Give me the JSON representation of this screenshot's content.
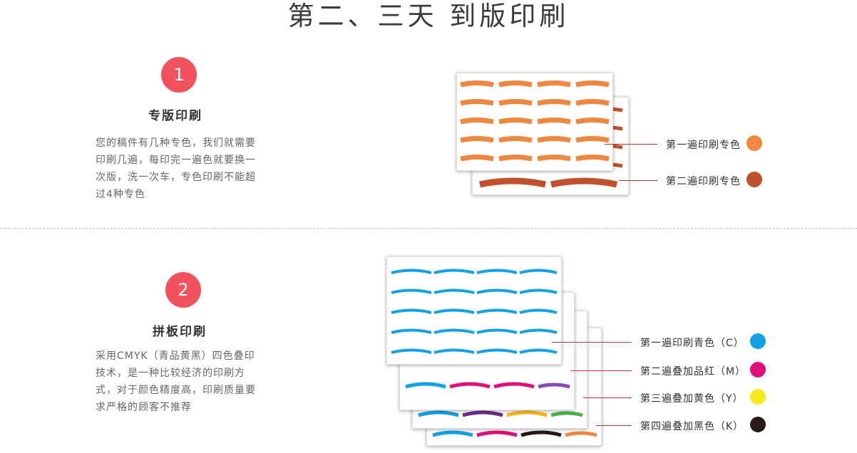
{
  "title": "第二、三天  到版印刷",
  "step1": {
    "number": "1",
    "heading": "专版印刷",
    "desc": "您的稿件有几种专色，我们就需要印刷几遍，每印完一遍色就要换一次版，洗一次车，专色印刷不能超过4种专色",
    "passes": [
      {
        "label": "第一遍印刷专色",
        "color": "#f0873f"
      },
      {
        "label": "第二遍印刷专色",
        "color": "#c2502d"
      }
    ]
  },
  "step2": {
    "number": "2",
    "heading": "拼板印刷",
    "desc": "采用CMYK（青品黄黑）四色叠印技术，是一种比较经济的印刷方式，对于颜色精度高，印刷质量要求严格的顾客不推荐",
    "passes": [
      {
        "label": "第一遍印刷青色（C）",
        "color": "#12a0e6"
      },
      {
        "label": "第二遍叠加品红（M）",
        "color": "#e0107a"
      },
      {
        "label": "第三遍叠加黄色（Y）",
        "color": "#f7ea1a"
      },
      {
        "label": "第四遍叠加黑色（K）",
        "color": "#2a1a17"
      }
    ]
  }
}
